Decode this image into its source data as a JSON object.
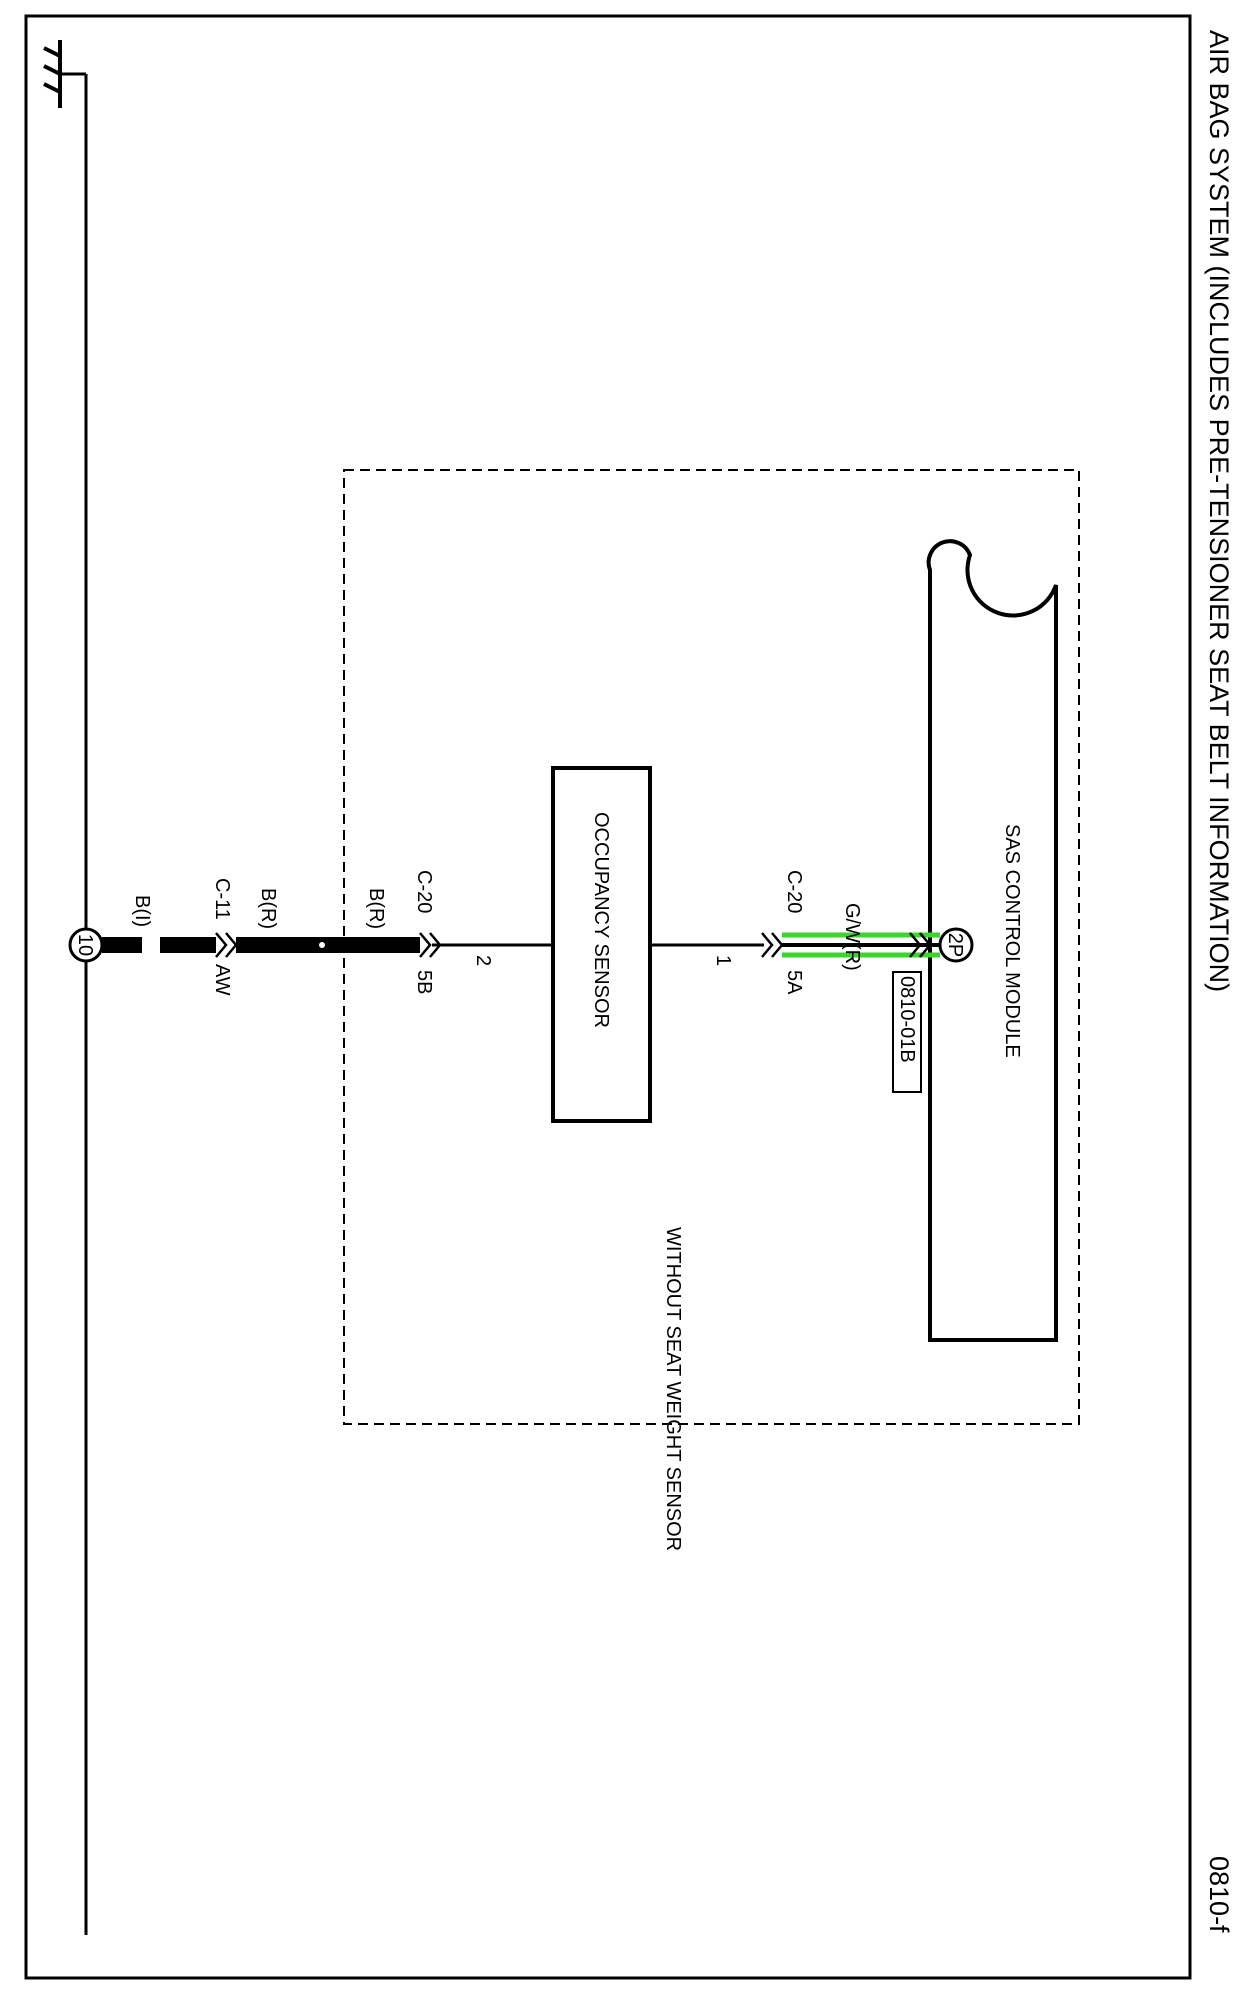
{
  "title": "AIR BAG SYSTEM (INCLUDES PRE-TENSIONER SEAT BELT INFORMATION)",
  "page_code": "0810-f",
  "region_label": "WITHOUT SEAT WEIGHT SENSOR",
  "module": {
    "name": "SAS CONTROL MODULE",
    "connector": "2P",
    "ref": "0810-01B"
  },
  "sensor": {
    "name": "OCCUPANCY SENSOR",
    "pin_upper": "1",
    "pin_lower": "2"
  },
  "connectors": {
    "upper": {
      "name": "C-20",
      "pin": "5A",
      "wire": "G/W(R)"
    },
    "lower": {
      "name": "C-20",
      "pin": "5B",
      "wire": "B(R)"
    },
    "c11": {
      "name": "C-11",
      "pin": "AW",
      "wire_above": "B(R)",
      "wire_below": "B(I)"
    }
  },
  "ground": {
    "number": "10"
  },
  "colors": {
    "line": "#000000",
    "highlight": "#39d62c",
    "background": "#ffffff"
  }
}
